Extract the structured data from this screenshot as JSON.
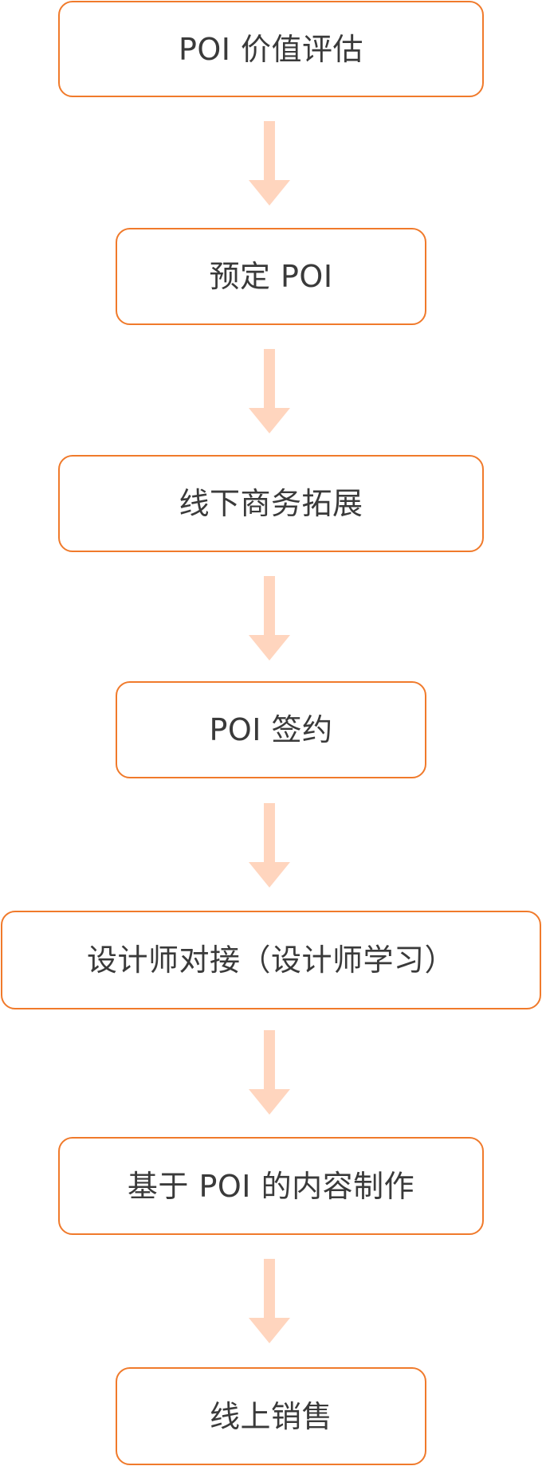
{
  "diagram": {
    "colors": {
      "box_border": "#F07A2B",
      "arrow_fill": "#FFD5BE",
      "text": "#3a3a3a",
      "background": "#FFFFFF"
    },
    "steps": [
      {
        "label": "POI 价值评估"
      },
      {
        "label": "预定 POI"
      },
      {
        "label": "线下商务拓展"
      },
      {
        "label": "POI 签约"
      },
      {
        "label": "设计师对接（设计师学习）"
      },
      {
        "label": "基于 POI 的内容制作"
      },
      {
        "label": "线上销售"
      }
    ]
  }
}
